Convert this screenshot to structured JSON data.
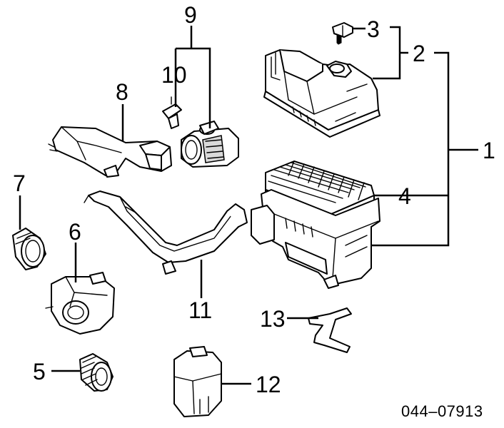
{
  "callouts": {
    "c1": "1",
    "c2": "2",
    "c3": "3",
    "c4": "4",
    "c5": "5",
    "c6": "6",
    "c7": "7",
    "c8": "8",
    "c9": "9",
    "c10": "10",
    "c11": "11",
    "c12": "12",
    "c13": "13"
  },
  "diagram_code": "044–07913"
}
